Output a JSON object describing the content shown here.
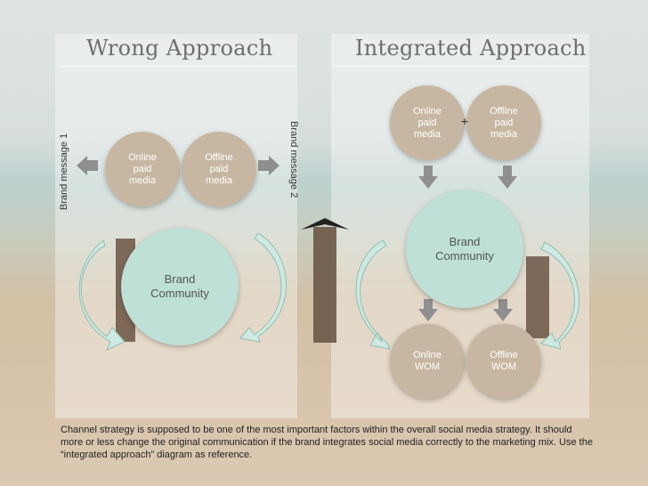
{
  "left": {
    "title": "Wrong Approach",
    "online": "Online\npaid\nmedia",
    "offline": "Offline\npaid\nmedia",
    "brand": "Brand\nCommunity",
    "message1": "Brand message  1",
    "message2": "Brand message  2"
  },
  "right": {
    "title": "Integrated Approach",
    "online": "Online\npaid\nmedia",
    "offline": "Offline\npaid\nmedia",
    "plus": "+",
    "brand": "Brand\nCommunity",
    "online_wom": "Online\nWOM",
    "offline_wom": "Offline\nWOM"
  },
  "caption": "Channel strategy is supposed to be one of the most important factors within the overall social media strategy. It should more or less change the original communication if the brand integrates social media correctly to the marketing mix. Use the “integrated approach” diagram as reference.",
  "colors": {
    "media": "#c7b7a2",
    "brand": "#bfe0d6",
    "arrow": "#8f8f8f",
    "cycle_arrow": "#cfe8e1"
  }
}
